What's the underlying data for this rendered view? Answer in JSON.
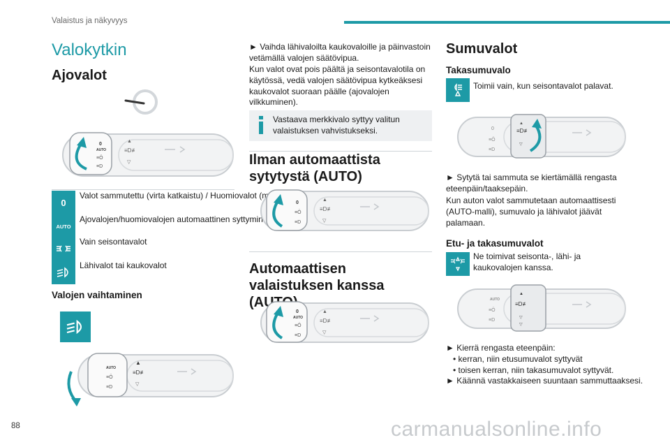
{
  "header": {
    "section": "Valaistus ja näkyvyys",
    "accent": "#1d9aa6"
  },
  "page_number": "88",
  "watermark": "carmanualsonline.info",
  "col1": {
    "title": "Valokytkin",
    "heading": "Ajovalot",
    "legend": [
      {
        "icon": "zero-icon",
        "text": "Valot sammutettu (virta katkaistu) / Huomiovalot (moottori käy)"
      },
      {
        "icon": "auto-icon",
        "text": "Ajovalojen/huomiovalojen automaattinen syttyminen"
      },
      {
        "icon": "sidelights-icon",
        "text": "Vain seisontavalot"
      },
      {
        "icon": "headlights-icon",
        "text": "Lähivalot tai kaukovalot"
      }
    ],
    "subheading": "Valojen vaihtaminen",
    "stalk_labels": {
      "zero": "0",
      "auto": "AUTO"
    }
  },
  "col2": {
    "para1": "► Vaihda lähivaloilta kaukovaloille ja päinvastoin vetämällä valojen säätövipua.",
    "para2": "Kun valot ovat pois päältä ja seisontavalotila on käytössä, vedä valojen säätövipua kytkeäksesi kaukovalot suoraan päälle (ajovalojen vilkkuminen).",
    "info": "Vastaava merkkivalo syttyy valitun valaistuksen vahvistukseksi.",
    "heading1": "Ilman automaattista sytytystä (AUTO)",
    "heading2": "Automaattisen valaistuksen kanssa (AUTO)"
  },
  "col3": {
    "heading": "Sumuvalot",
    "sub1": "Takasumuvalo",
    "sub1_text": "Toimii vain, kun seisontavalot palavat.",
    "para1": "► Sytytä tai sammuta se kiertämällä rengasta eteenpäin/taaksepäin.",
    "para2": "Kun auton valot sammutetaan automaattisesti (AUTO-malli), sumuvalo ja lähivalot jäävät palamaan.",
    "sub2": "Etu- ja takasumuvalot",
    "sub2_text": "Ne toimivat seisonta-, lähi- ja kaukovalojen kanssa.",
    "list_intro": "► Kierrä rengasta eteenpäin:",
    "list_items": [
      "• kerran, niin etusumuvalot syttyvät",
      "• toisen kerran, niin takasumuvalot syttyvät."
    ],
    "list_outro": "► Käännä vastakkaiseen suuntaan sammuttaaksesi."
  }
}
